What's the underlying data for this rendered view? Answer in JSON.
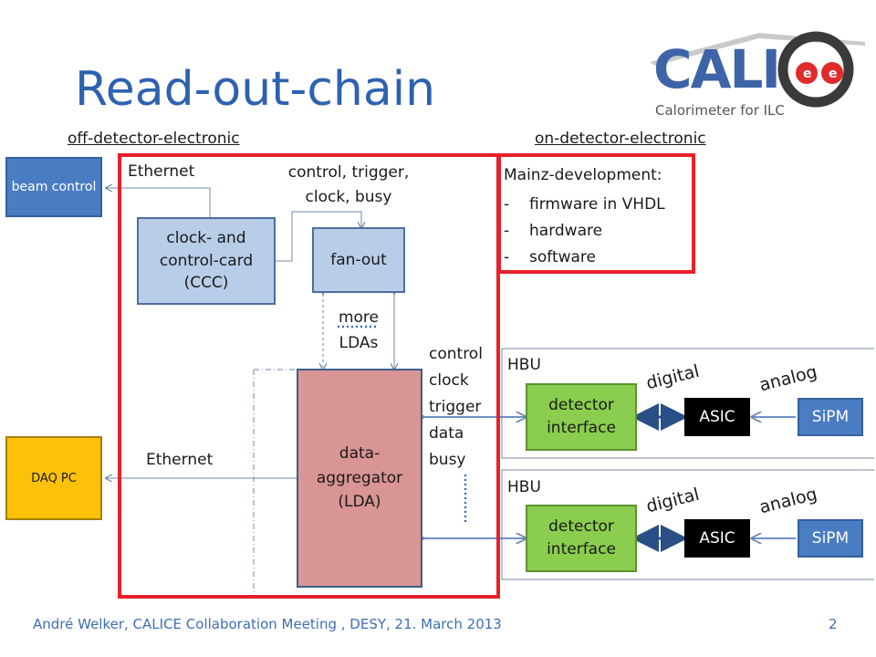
{
  "slide": {
    "title": "Read-out-chain",
    "off_heading": "off-detector-electronic",
    "on_heading": "on-detector-electronic",
    "footer": "André Welker, CALICE Collaboration Meeting , DESY, 21. March 2013",
    "page_number": "2"
  },
  "logo": {
    "main": "CALI",
    "subtitle": "Calorimeter for ILC"
  },
  "boxes": {
    "beam_control": "beam control",
    "daq_pc": "DAQ PC",
    "ccc": "clock- and control-card (CCC)",
    "fanout": "fan-out",
    "lda": "data-aggregator (LDA)",
    "detector_interface_1": "detector interface",
    "detector_interface_2": "detector interface",
    "asic_1": "ASIC",
    "asic_2": "ASIC",
    "sipm_1": "SiPM",
    "sipm_2": "SiPM"
  },
  "labels": {
    "ethernet_top": "Ethernet",
    "ethernet_bottom": "Ethernet",
    "ctrl_trigger": "control, trigger, clock, busy",
    "more_ldas": "more LDAs",
    "signals": "control clock trigger data busy",
    "hbu_1": "HBU",
    "hbu_2": "HBU",
    "digital_1": "digital",
    "digital_2": "digital",
    "analog_1": "analog",
    "analog_2": "analog"
  },
  "mainz": {
    "heading": "Mainz-development:",
    "items": [
      "firmware in VHDL",
      "hardware",
      "software"
    ]
  },
  "colors": {
    "title_blue": "#2e62b0",
    "frame_red": "#e8202a",
    "box_blue": "#4a7cc2",
    "box_pink": "#d99494",
    "box_yellow": "#fcc20a",
    "box_green": "#8bcd4e"
  }
}
